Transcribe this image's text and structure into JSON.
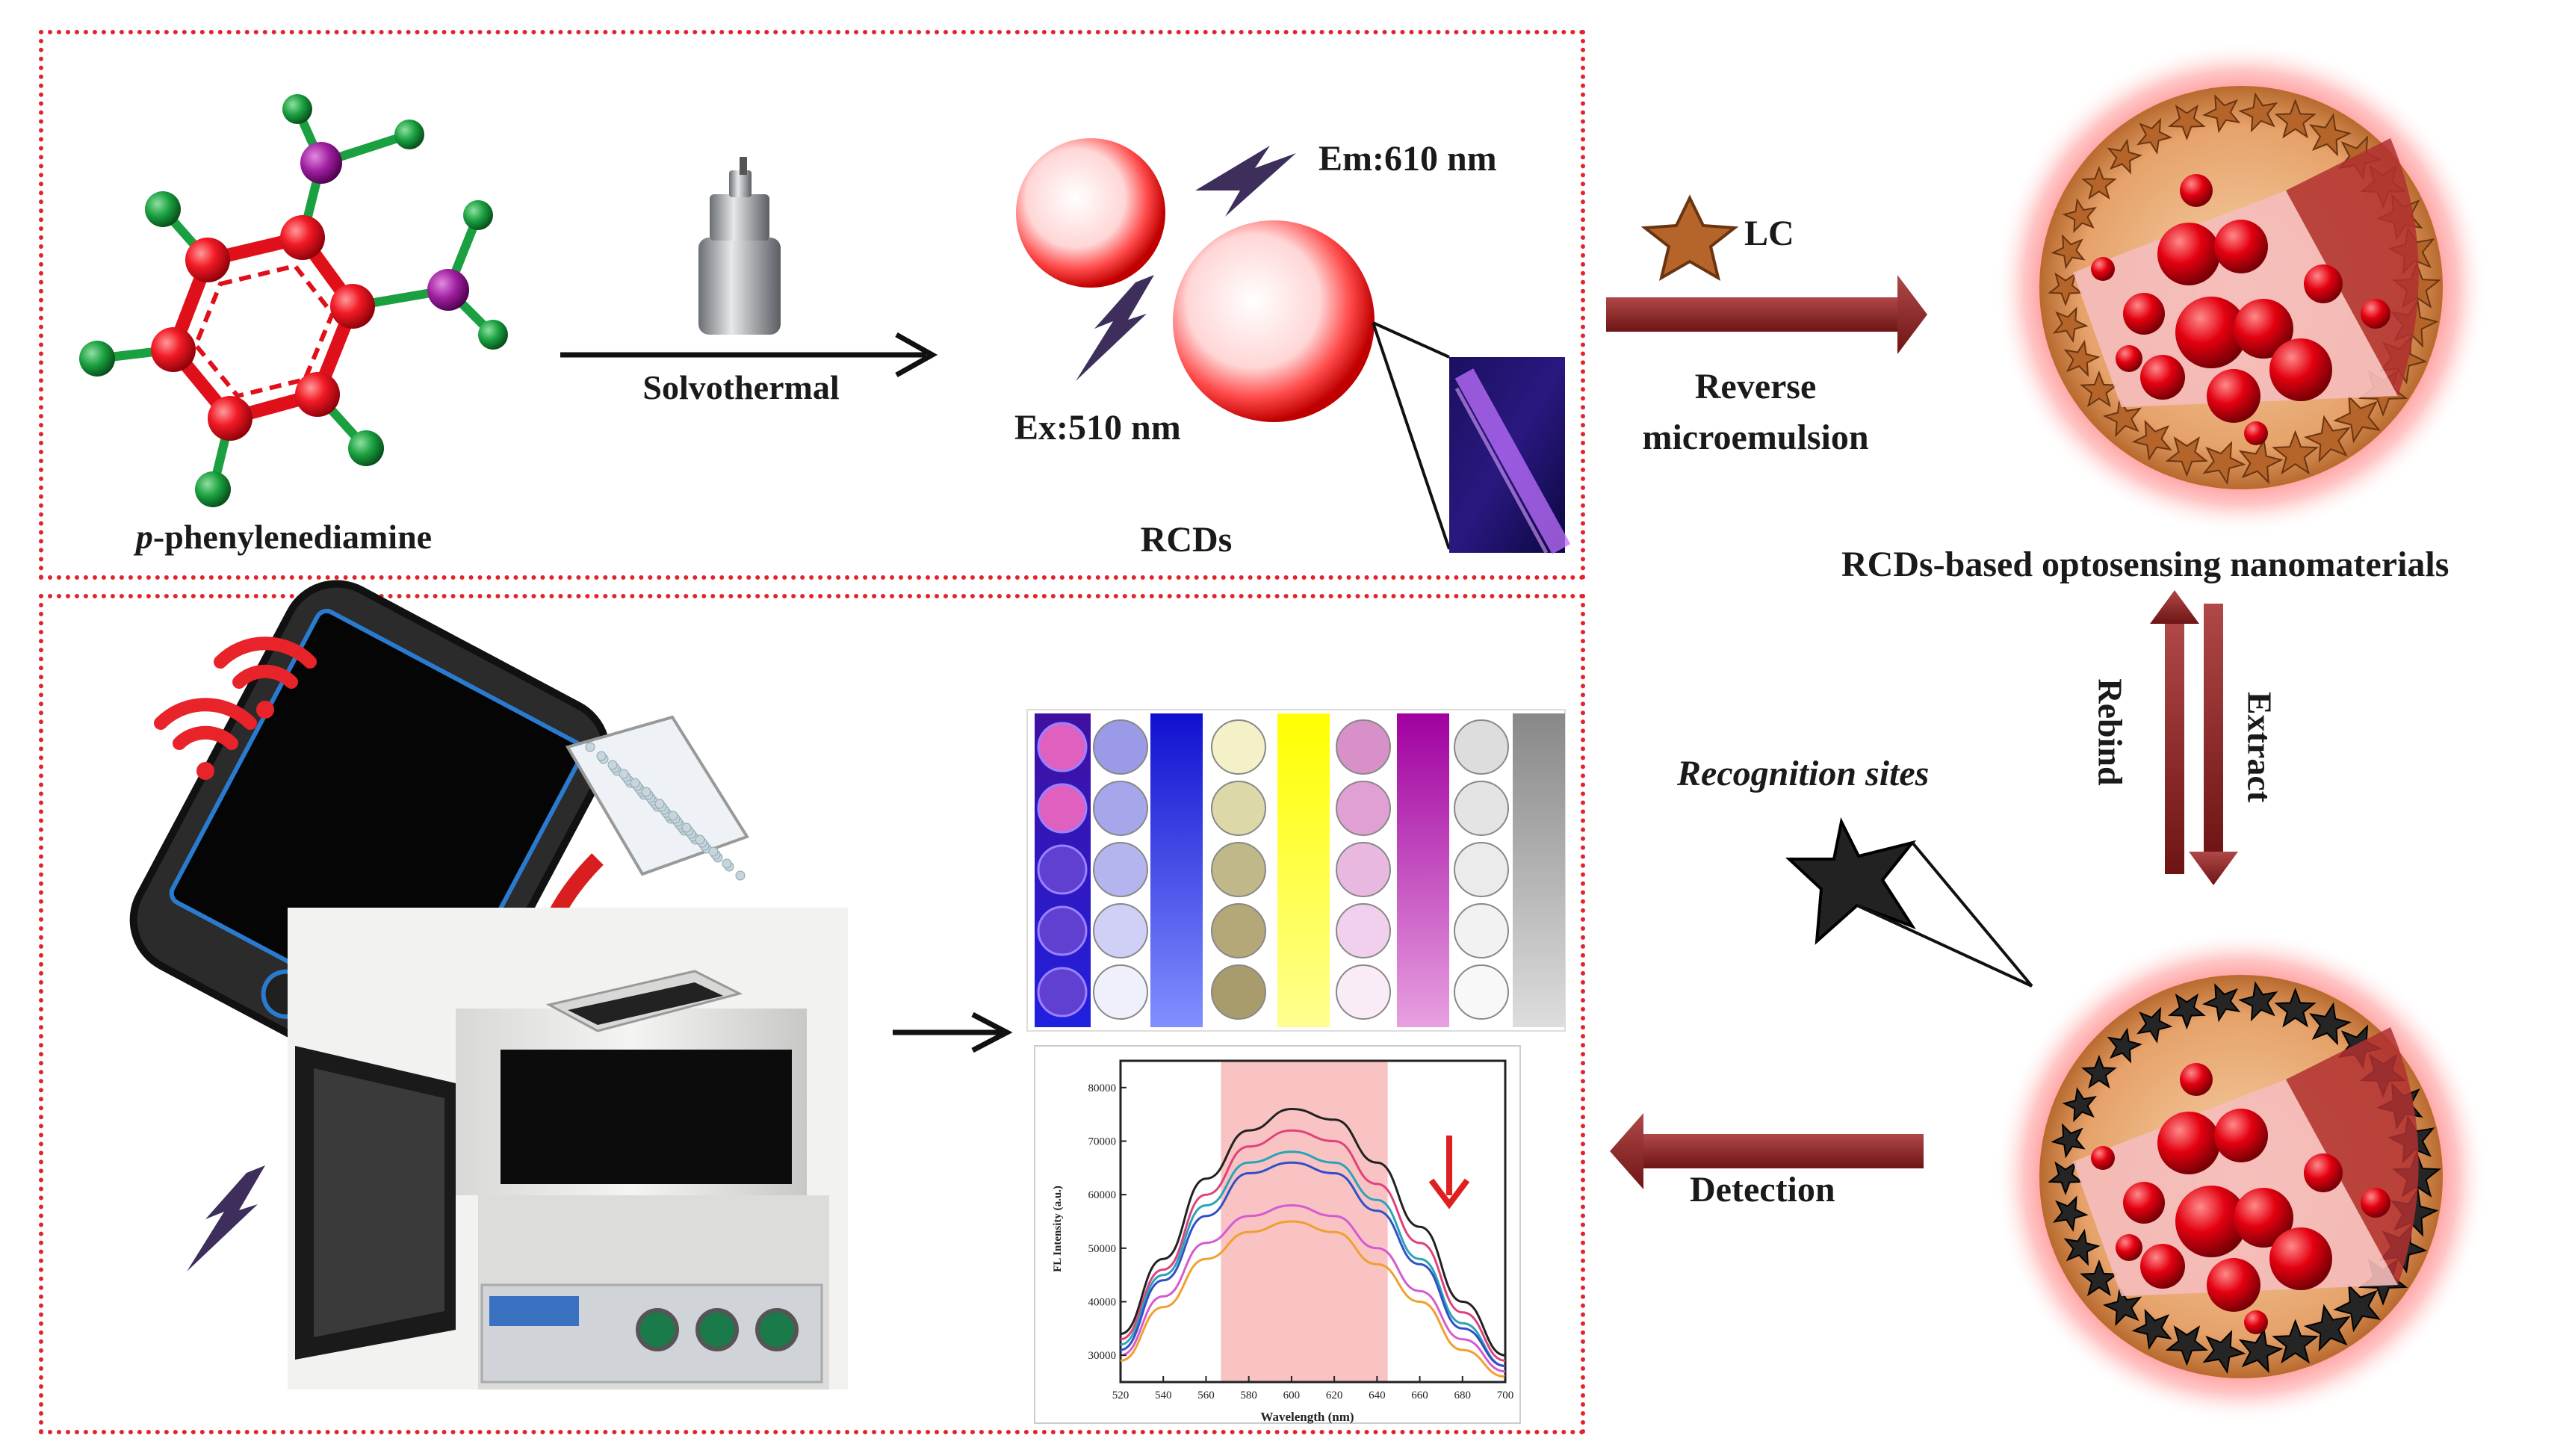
{
  "labels": {
    "precursor_prefix": "p",
    "precursor_rest": "-phenylenediamine",
    "solvothermal": "Solvothermal",
    "em": "Em:610 nm",
    "ex": "Ex:510 nm",
    "rcds": "RCDs",
    "lc": "LC",
    "reverse": "Reverse",
    "microemulsion": "microemulsion",
    "optosensing": "RCDs-based optosensing nanomaterials",
    "rebind": "Rebind",
    "extract": "Extract",
    "recognition": "Recognition sites",
    "detection": "Detection"
  },
  "inset_chart": {
    "ylabel": "FL Intensity (a.u.)",
    "xlabel": "Wavelength (nm)",
    "y_ticks": [
      "30000",
      "40000",
      "50000",
      "60000",
      "70000",
      "80000"
    ],
    "x_ticks": [
      "520",
      "540",
      "560",
      "580",
      "600",
      "620",
      "640",
      "660",
      "680",
      "700"
    ]
  },
  "chart_data": {
    "type": "line",
    "x": [
      520,
      540,
      560,
      580,
      600,
      620,
      640,
      660,
      680,
      700
    ],
    "xlim": [
      520,
      700
    ],
    "ylim": [
      25000,
      85000
    ],
    "highlight_range": [
      567,
      645
    ],
    "series": [
      {
        "color": "#222222",
        "values": [
          34000,
          48000,
          63000,
          72000,
          76000,
          74000,
          66000,
          54000,
          40000,
          30000
        ]
      },
      {
        "color": "#e0427a",
        "values": [
          33000,
          46000,
          60000,
          69000,
          72000,
          70000,
          62000,
          51000,
          38000,
          29000
        ]
      },
      {
        "color": "#2aa3b8",
        "values": [
          32000,
          45000,
          58000,
          66000,
          68000,
          66000,
          59000,
          48000,
          36000,
          28000
        ]
      },
      {
        "color": "#3050c8",
        "values": [
          31000,
          44000,
          56000,
          64000,
          66000,
          64000,
          57000,
          47000,
          35000,
          28000
        ]
      },
      {
        "color": "#d65ad0",
        "values": [
          30000,
          41000,
          51000,
          56000,
          58000,
          56000,
          50000,
          42000,
          33000,
          27000
        ]
      },
      {
        "color": "#f0a030",
        "values": [
          29000,
          39000,
          48000,
          53000,
          55000,
          53000,
          47000,
          40000,
          31000,
          26000
        ]
      }
    ]
  },
  "colors": {
    "border": "#e2232a",
    "thick_arrow": "#8b2a2a",
    "lightning": "#3d2e5c",
    "atom_c": "#e0101a",
    "atom_n": "#a020a0",
    "atom_h": "#1aa040"
  }
}
